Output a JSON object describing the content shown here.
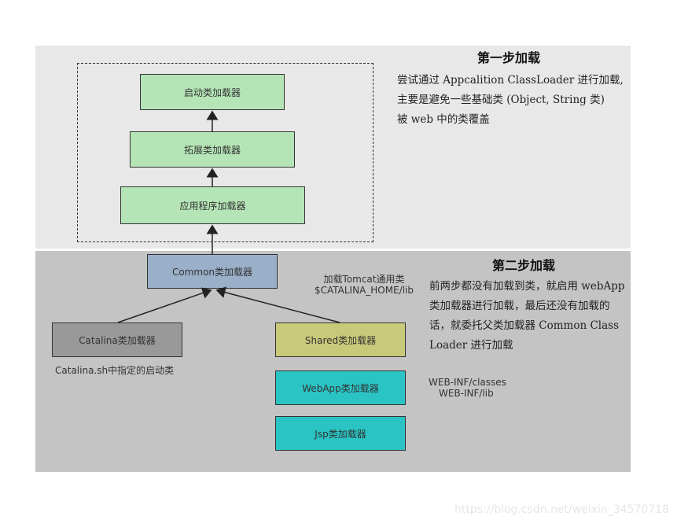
{
  "step1": {
    "title": "第一步加载",
    "lines": [
      "尝试通过 Appcalition ClassLoader 进行加载,",
      "主要是避免一些基础类 (Object, String 类)",
      "被 web 中的类覆盖"
    ]
  },
  "step2": {
    "title": "第二步加载",
    "lines": [
      "前两步都没有加载到类，就启用 webApp",
      "类加载器进行加载，最后还没有加载的",
      "话，就委托父类加载器 Common Class",
      "Loader 进行加载"
    ]
  },
  "boxes": {
    "bootstrap": "启动类加载器",
    "extension": "拓展类加载器",
    "application": "应用程序加载器",
    "common": "Common类加载器",
    "catalina": "Catalina类加载器",
    "shared": "Shared类加载器",
    "webapp": "WebApp类加载器",
    "jsp": "Jsp类加载器"
  },
  "notes": {
    "common_line1": "加载Tomcat通用类",
    "common_line2": "$CATALINA_HOME/lib",
    "catalina": "Catalina.sh中指定的启动类",
    "webapp_line1": "WEB-INF/classes",
    "webapp_line2": "WEB-INF/lib"
  },
  "colors": {
    "green": "#b5e5b6",
    "blue": "#9aafc8",
    "gray": "#999999",
    "olive": "#c9c97a",
    "cyan": "#2ac4c4"
  },
  "watermark": "https://blog.csdn.net/weixin_34570718"
}
